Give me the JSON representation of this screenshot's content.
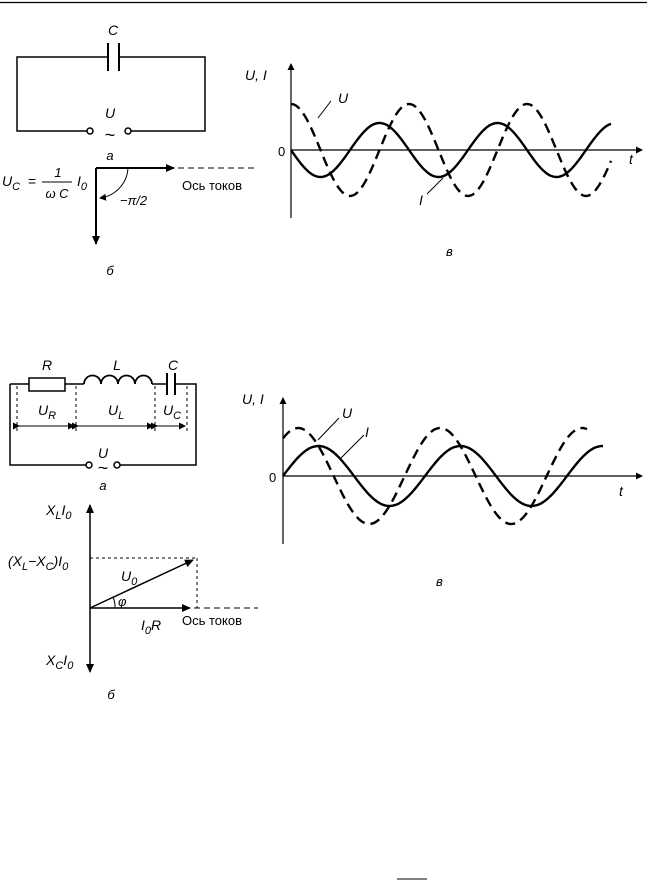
{
  "figure1": {
    "circuit": {
      "cap_label": "C",
      "source_label": "U",
      "source_symbol": "~",
      "caption": "а"
    },
    "phasor": {
      "uc_main": "U",
      "uc_sub": "C",
      "equals": "=",
      "numerator": "1",
      "denominator": "ω C",
      "current_main": "I",
      "current_sub": "0",
      "angle_label": "−π/2",
      "axis_label": "Ось токов",
      "caption": "б"
    },
    "graph": {
      "y_label": "U, I",
      "t_label": "t",
      "zero_label": "0",
      "u_label": "U",
      "i_label": "I",
      "caption": "в"
    }
  },
  "figure2": {
    "circuit": {
      "r_label": "R",
      "l_label": "L",
      "c_label": "C",
      "ur_main": "U",
      "ur_sub": "R",
      "ul_main": "U",
      "ul_sub": "L",
      "uc_main": "U",
      "uc_sub": "C",
      "source_label": "U",
      "source_symbol": "~",
      "caption": "а"
    },
    "phasor": {
      "xl_main": "X",
      "xl_sub": "L",
      "xl_tail": "I",
      "xl_tail_sub": "0",
      "diff_open": "(X",
      "diff_sub1": "L",
      "diff_mid": "−X",
      "diff_sub2": "C",
      "diff_close": ")I",
      "diff_sub3": "0",
      "u0_main": "U",
      "u0_sub": "0",
      "phi": "φ",
      "i0r_main": "I",
      "i0r_sub": "0",
      "i0r_tail": "R",
      "axis_label": "Ось токов",
      "xc_main": "X",
      "xc_sub": "C",
      "xc_tail": "I",
      "xc_tail_sub": "0",
      "caption": "б"
    },
    "graph": {
      "y_label": "U, I",
      "t_label": "t",
      "zero_label": "0",
      "u_label": "U",
      "i_label": "I",
      "caption": "в"
    }
  }
}
